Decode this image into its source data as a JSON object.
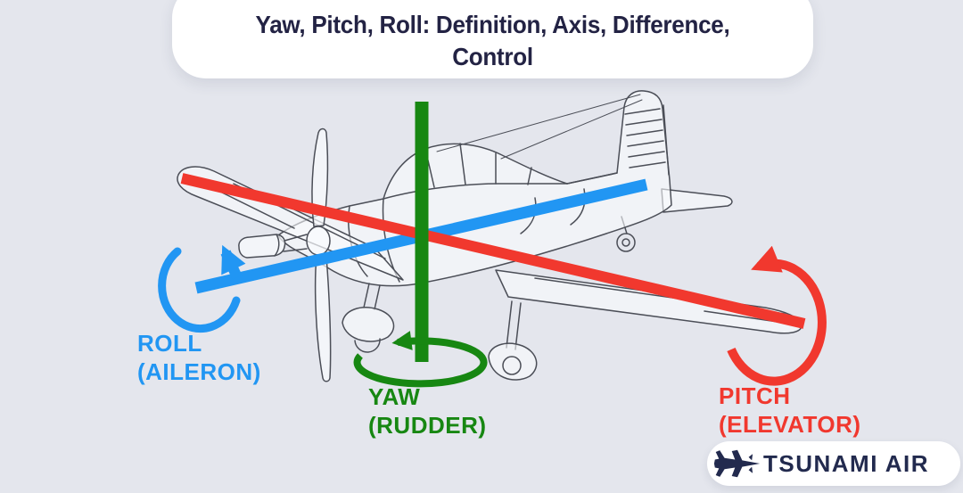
{
  "page": {
    "background_color": "#e4e6ed"
  },
  "header": {
    "title_line1": "Yaw, Pitch, Roll: Definition, Axis, Difference,",
    "title_line2": "Control",
    "text_color": "#232344",
    "box_color": "#ffffff"
  },
  "diagram": {
    "illustration": "single-propeller-airplane-line-drawing",
    "axes": [
      {
        "id": "roll",
        "label_line1": "ROLL",
        "label_line2": "(AILERON)",
        "color": "#2196f3",
        "orientation": "longitudinal-axis"
      },
      {
        "id": "yaw",
        "label_line1": "YAW",
        "label_line2": "(RUDDER)",
        "color": "#178712",
        "orientation": "vertical-axis"
      },
      {
        "id": "pitch",
        "label_line1": "PITCH",
        "label_line2": "(ELEVATOR)",
        "color": "#f1382e",
        "orientation": "lateral-axis"
      }
    ]
  },
  "logo": {
    "text": "TSUNAMI AIR",
    "color": "#222a4e",
    "icon": "jet-plane-icon",
    "pill_color": "#ffffff"
  }
}
